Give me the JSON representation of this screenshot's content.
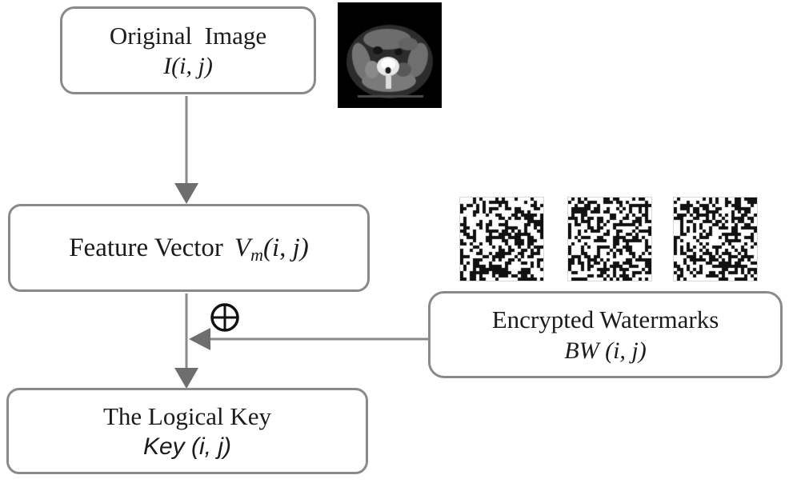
{
  "figure": {
    "background": "#ffffff",
    "line_color": "#8a8a8a",
    "arrowhead_color": "#6e6e6e",
    "text_color": "#1b1b1b",
    "boxes": {
      "original_image": {
        "title": "Original  Image",
        "formula": "I(i, j)"
      },
      "feature_vector": {
        "title": "Feature Vector",
        "var": "V",
        "var_sub": "m",
        "args": "(i, j)"
      },
      "encrypted_watermarks": {
        "title": "Encrypted Watermarks",
        "formula": "BW (i, j)"
      },
      "logical_key": {
        "title": "The Logical Key",
        "formula": "Key (i, j)"
      }
    },
    "operator": {
      "xor_symbol": "⊕"
    },
    "images": {
      "ct_scan": {
        "label": "abdominal-ct-scan-image",
        "width": 130,
        "height": 132
      },
      "watermarks": {
        "count": 3,
        "label": "encrypted-binary-noise-watermark",
        "seeds": [
          7,
          13,
          29
        ],
        "size": 104,
        "cell": 4
      }
    }
  }
}
